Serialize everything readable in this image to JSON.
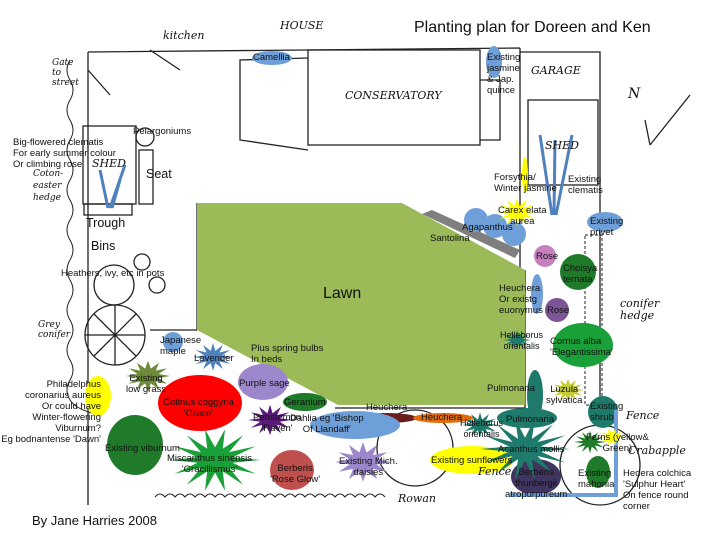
{
  "title": "Planting plan for Doreen and Ken",
  "credit": "By Jane Harries 2008",
  "structures": {
    "kitchen": "kitchen",
    "house": "HOUSE",
    "garage": "GARAGE",
    "conservatory": "CONSERVATORY",
    "shed_right": "SHED",
    "shed_left": "SHED",
    "gate": "Gate\nto\nstreet",
    "cotoneaster": "Coton-\neaster\nhedge",
    "grey_conifer": "Grey\nconifer",
    "conifer_hedge": "conifer\nhedge",
    "fence_right": "Fence",
    "crabapple": "Crabapple",
    "fence_bottom": "Fence",
    "rowan": "Rowan",
    "north": "N"
  },
  "lawn": {
    "label": "Lawn",
    "color": "#9bbb59"
  },
  "plants": [
    "Camellia",
    "Existing\njasmine\n& Jap.\nquince",
    "Pelargoniums",
    "Big-flowered clematis\nFor early summer colour\nOr climbing rose",
    "Seat",
    "Trough",
    "Bins",
    "Heathers, ivy, etc in pots",
    "Forsythia/\nWinter jasmine",
    "Existing\nclematis",
    "Carex elata\naurea",
    "Existing\nprivet",
    "Agapanthus",
    "Santolina",
    "Rose",
    "Choisya\nternata",
    "Heuchera\nOr existg\neuonymus",
    "Rose",
    "Helleborus\norientalis",
    "Cornus alba\n'Elegantissima'",
    "Japanese\nmaple",
    "Lavender",
    "Plus spring bulbs\nIn beds",
    "Purple sage",
    "Existing\nlow grass",
    "Philadelphus\ncoronarius aureus\nOr could have\nWinter-flowering\nViburnum?\nEg bodnantense 'Dawn'",
    "Cotinus coggyria\n'Grace'",
    "Geranium",
    "Pulmonaria",
    "Luzula\nsylvatica",
    "Existing\nshrub",
    "Heuchera",
    "Heuchera",
    "Pulmonaria",
    "Penstemon\n'Raven'",
    "Dahlia eg 'Bishop\nOf Llandaff'",
    "Helleborus\norientalis",
    "Ferns (yellow&\nGreen)",
    "Existing viburnum",
    "Miscanthus sinensis\n'Gracillismus'",
    "Acanthus mollis",
    "Existing sunflowers",
    "Existing Mich.\ndaisies",
    "Berberis\n'Rose Glow'",
    "Berberis\nthunbergii\natropurpureum",
    "Existing\nmahonia",
    "Hedera colchica\n'Sulphur Heart'\nOn fence round\ncorner"
  ],
  "colors": {
    "blue": "#6f9fd8",
    "red": "#ff0000",
    "yellow": "#ffff00",
    "darkgreen": "#1f7a2a",
    "green": "#1aa038",
    "teal": "#1e7a6a",
    "purple": "#9d87cc",
    "maroon": "#6b1d1d",
    "orange": "#e36c0a",
    "olive": "#6f8a3a",
    "pink": "#c87fc0",
    "violet": "#5a2a7a",
    "brick": "#c0504d",
    "navy": "#3f3560"
  }
}
